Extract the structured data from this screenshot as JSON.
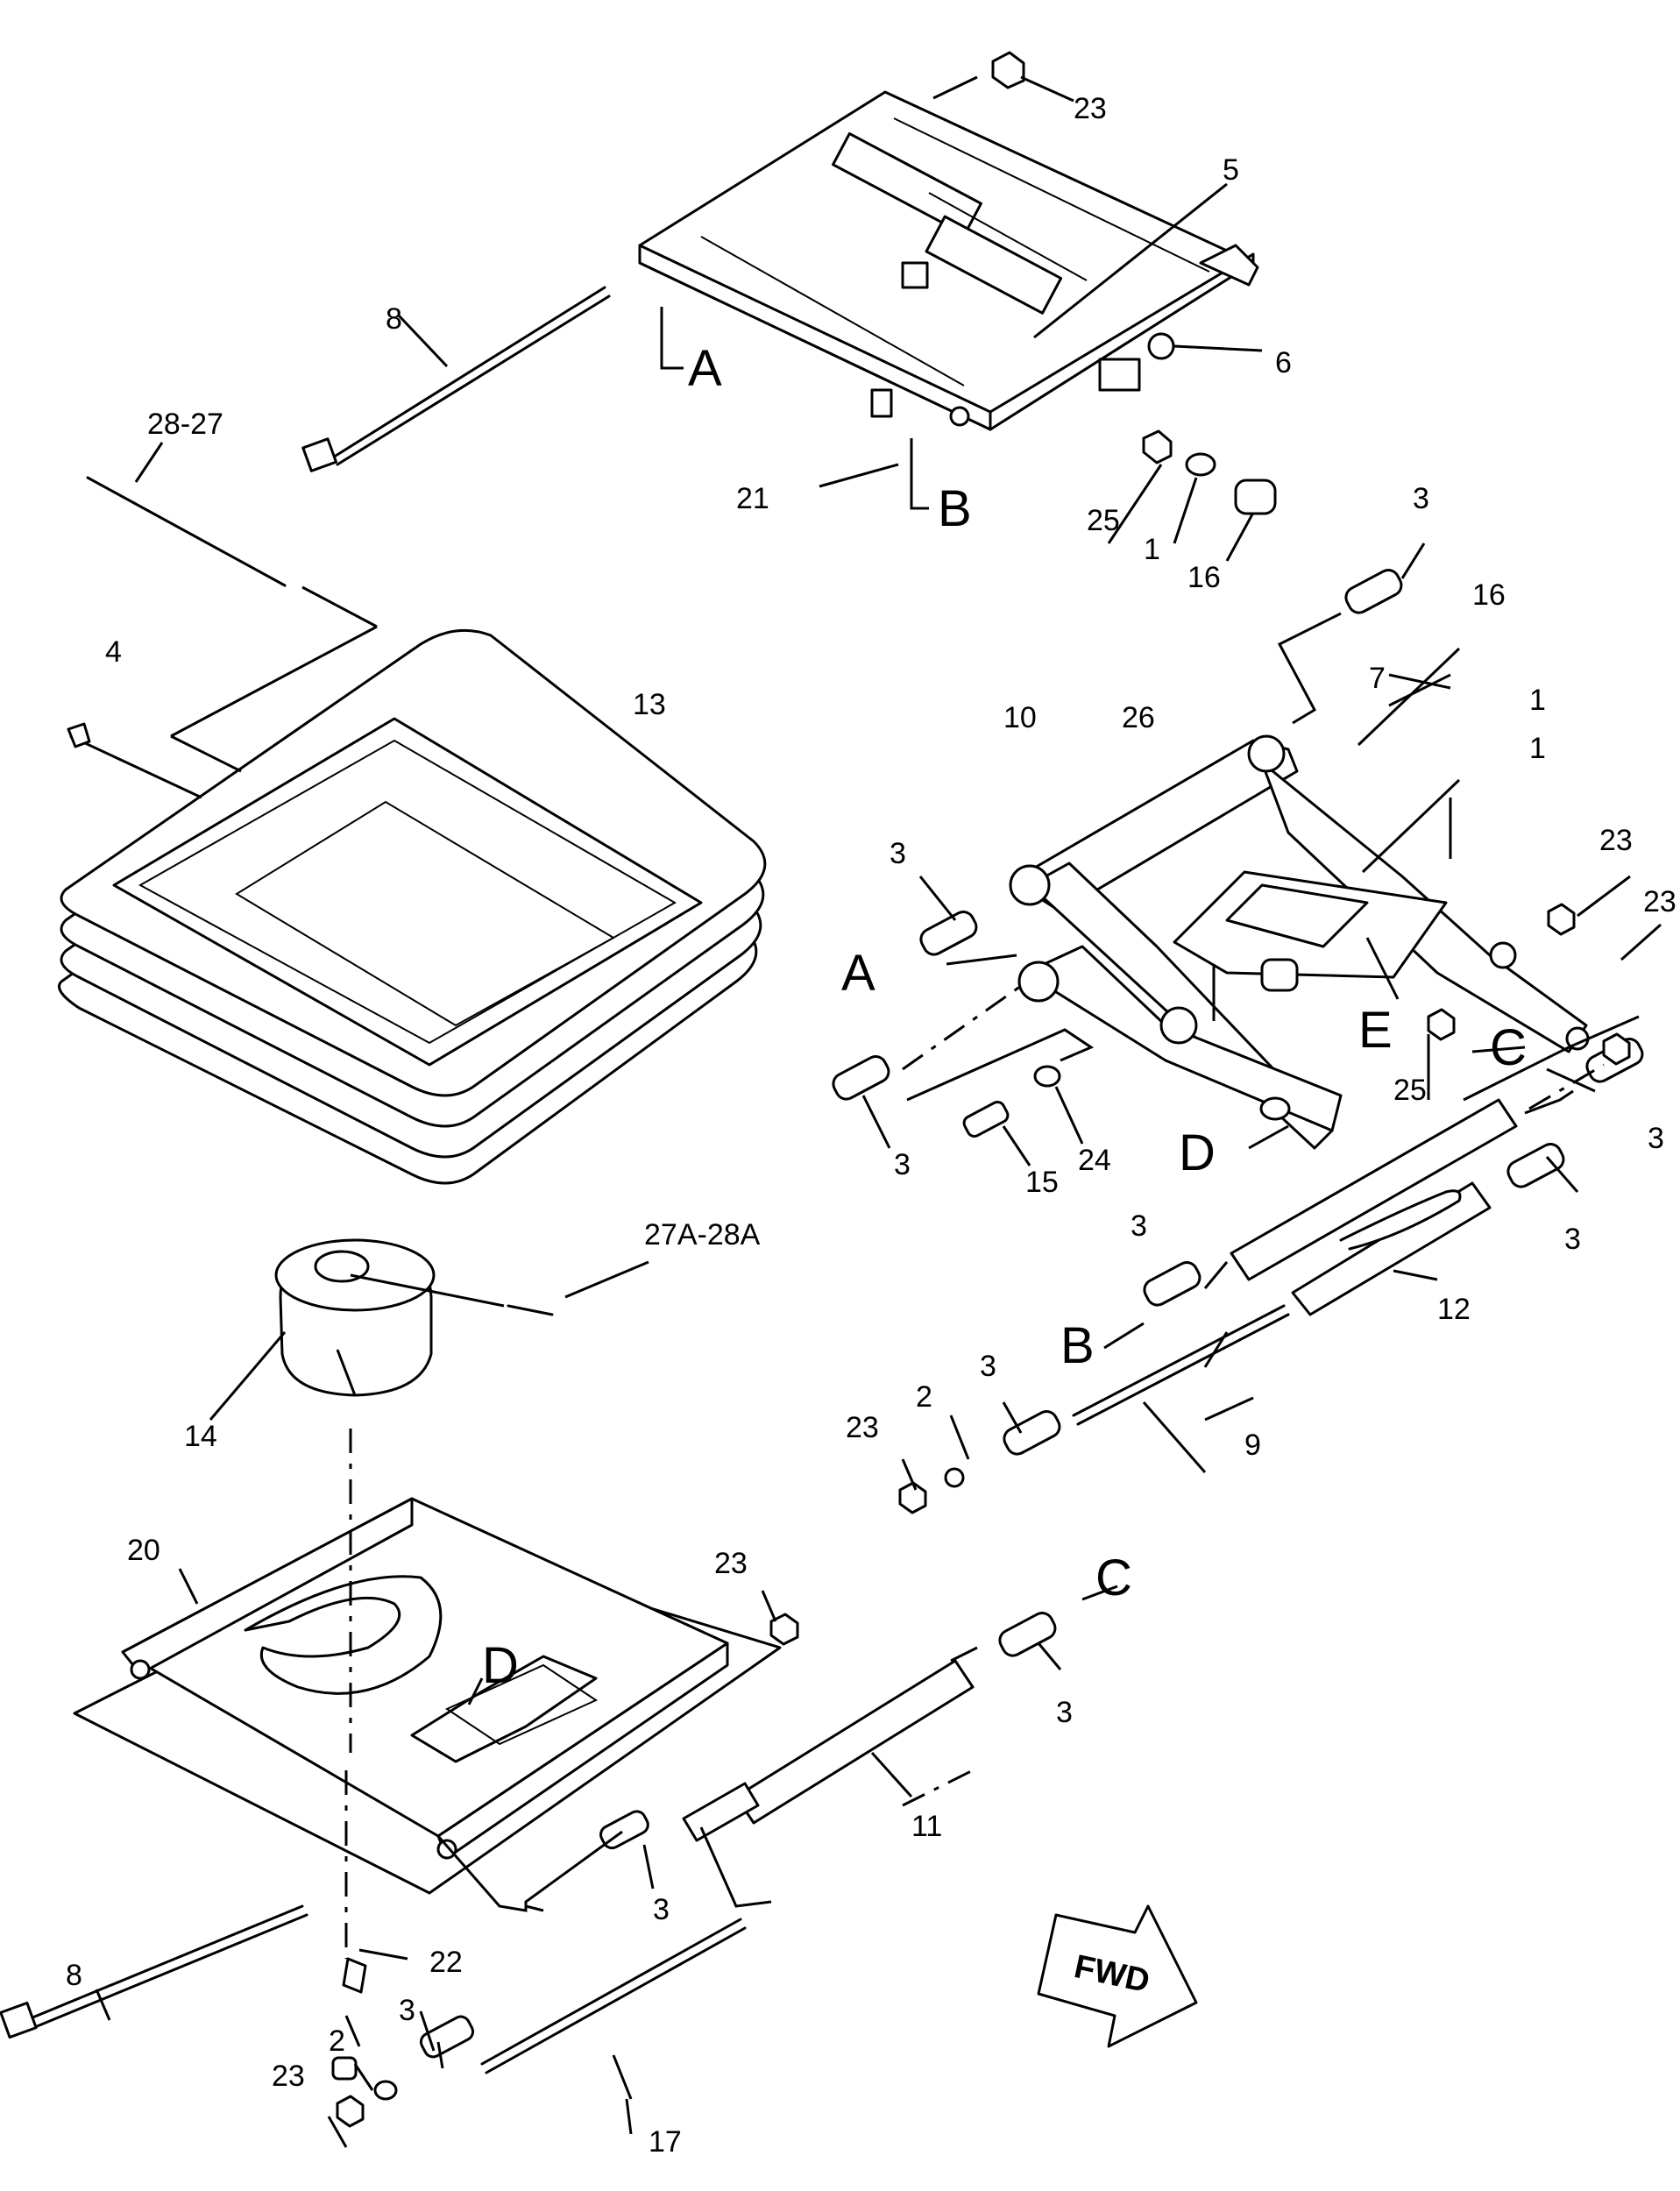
{
  "callouts": {
    "c23_top": "23",
    "c5": "5",
    "c8_top": "8",
    "c6": "6",
    "c28_27": "28-27",
    "c21": "21",
    "c25_top": "25",
    "c1_top": "1",
    "c16_top": "16",
    "c3_top": "3",
    "c16_right": "16",
    "c4": "4",
    "c13": "13",
    "c7": "7",
    "c10": "10",
    "c26": "26",
    "c1_r1": "1",
    "c1_r2": "1",
    "c23_r1": "23",
    "c23_r2": "23",
    "c3_a": "3",
    "c3_b": "3",
    "c25_mid": "25",
    "c15": "15",
    "c24": "24",
    "c3_r": "3",
    "c3_r2": "3",
    "c27a_28a": "27A-28A",
    "c3_c": "3",
    "c12": "12",
    "c14": "14",
    "c3_d": "3",
    "c2_mid": "2",
    "c23_mid": "23",
    "c9": "9",
    "c20": "20",
    "c23_plate": "23",
    "c3_e": "3",
    "c11": "11",
    "c3_f": "3",
    "c8_bot": "8",
    "c22": "22",
    "c3_g": "3",
    "c2_bot": "2",
    "c23_bot": "23",
    "c17": "17"
  },
  "letters": {
    "a_top": "A",
    "b_top": "B",
    "a_mid": "A",
    "e_mid": "E",
    "c_mid": "C",
    "d_mid": "D",
    "b_mid": "B",
    "c_bot": "C",
    "d_bot": "D"
  },
  "fwd_label": "FWD"
}
